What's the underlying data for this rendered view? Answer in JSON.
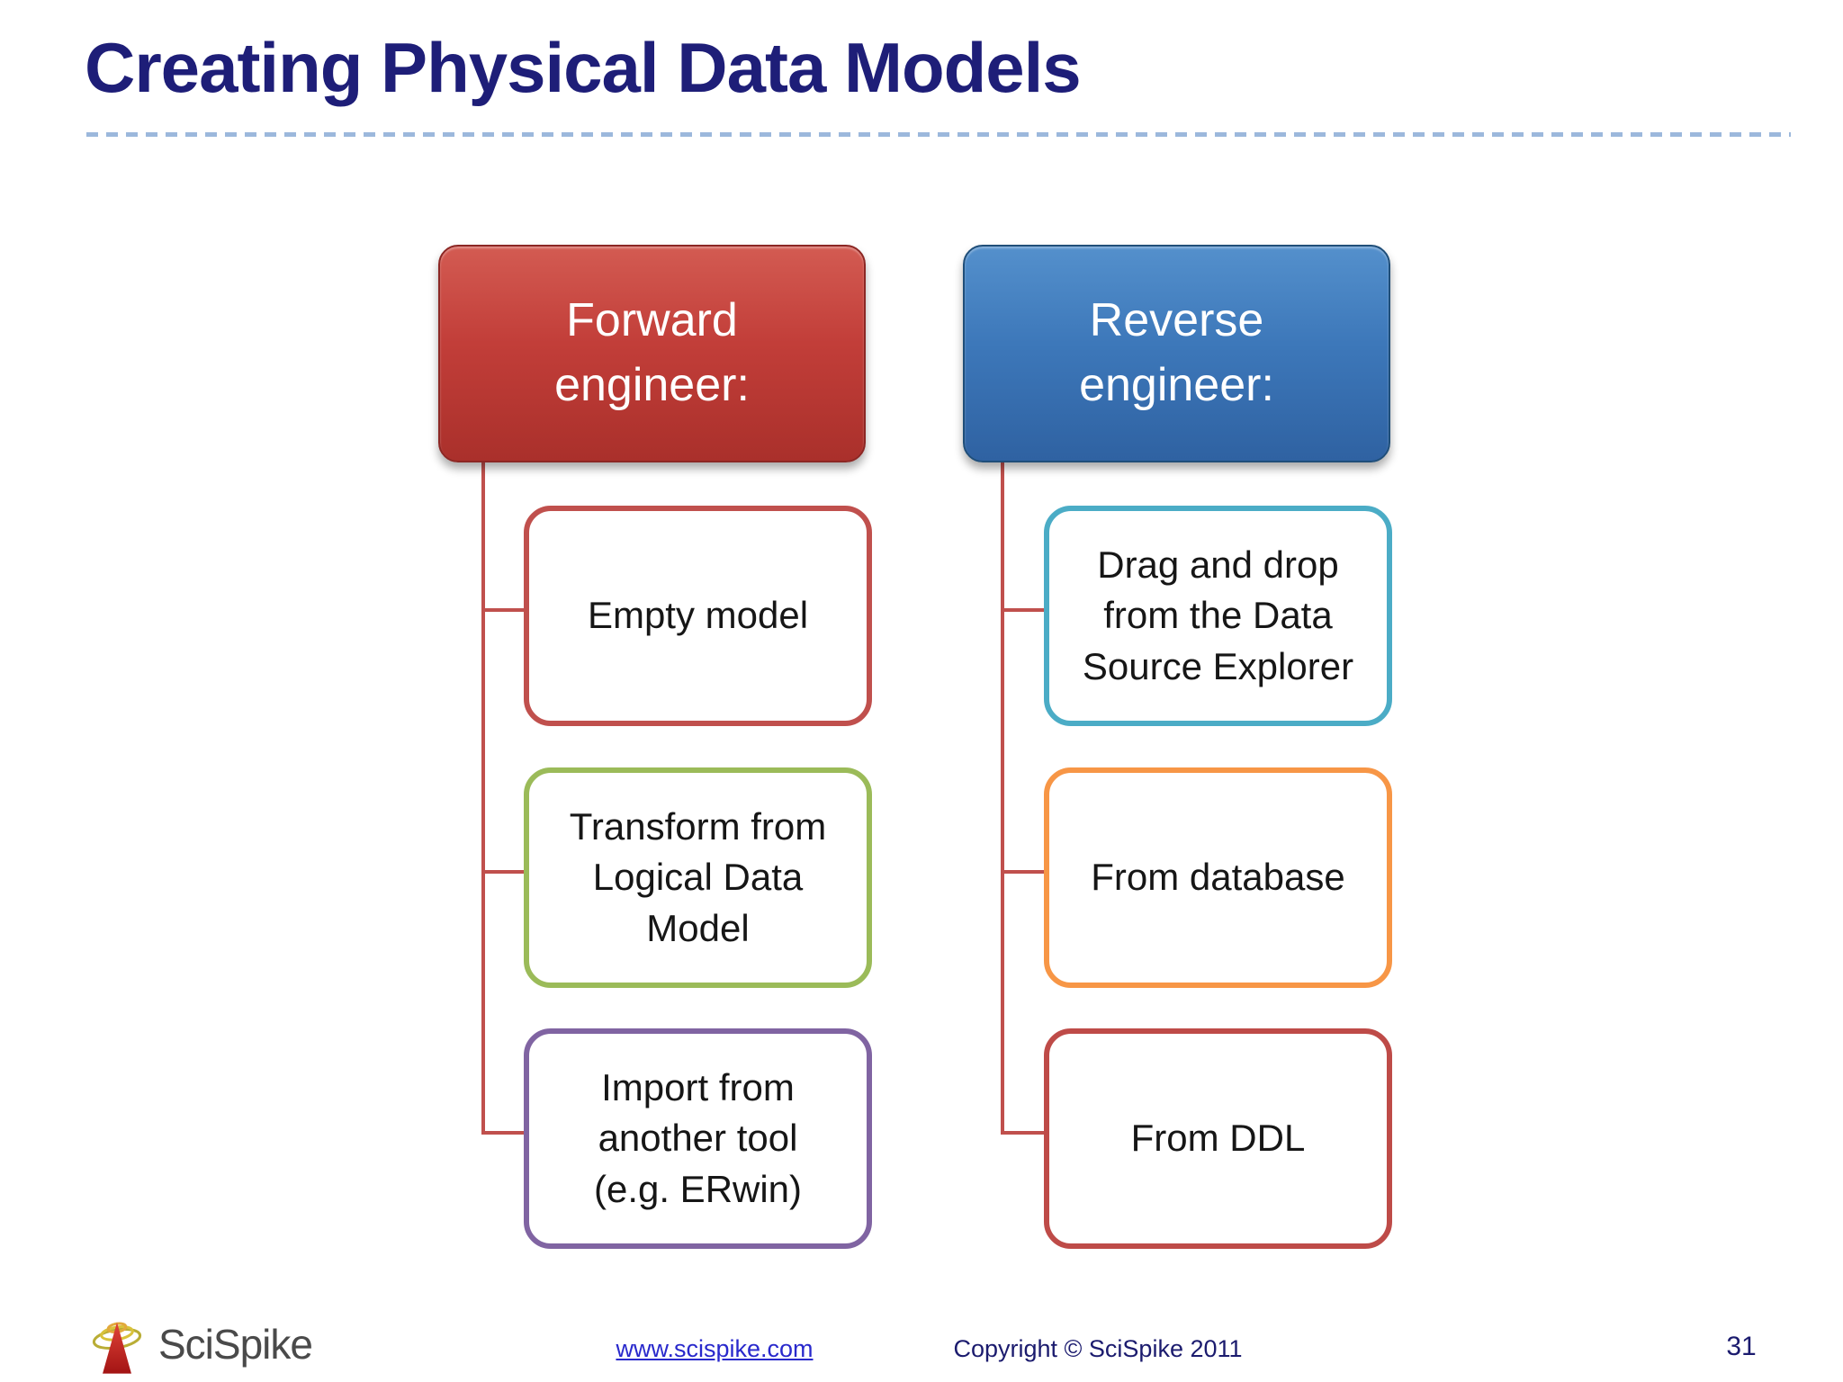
{
  "slide": {
    "title": "Creating Physical Data Models",
    "title_color": "#1e1e78",
    "divider_color": "#9cb8dc",
    "background": "#ffffff",
    "page_number": "31"
  },
  "diagram": {
    "columns": [
      {
        "header": {
          "label": "Forward\nengineer:",
          "text_color": "#ffffff",
          "fill_top": "#d35b52",
          "fill_bottom": "#aa302b",
          "border_color": "#8c2724"
        },
        "connector_color": "#c0504d",
        "children": [
          {
            "label": "Empty model",
            "border_color": "#c0504d"
          },
          {
            "label": "Transform from\nLogical Data\nModel",
            "border_color": "#9bbb59"
          },
          {
            "label": "Import from\nanother tool\n(e.g. ERwin)",
            "border_color": "#8064a2"
          }
        ]
      },
      {
        "header": {
          "label": "Reverse\nengineer:",
          "text_color": "#ffffff",
          "fill_top": "#5490cc",
          "fill_bottom": "#2f62a2",
          "border_color": "#1f4e79"
        },
        "connector_color": "#c0504d",
        "children": [
          {
            "label": "Drag and drop\nfrom the Data\nSource Explorer",
            "border_color": "#4bacc6"
          },
          {
            "label": "From database",
            "border_color": "#f79646"
          },
          {
            "label": "From DDL",
            "border_color": "#be4b48"
          }
        ]
      }
    ]
  },
  "footer": {
    "logo_text": "SciSpike",
    "logo_text_color": "#4a4a4a",
    "link_text": "www.scispike.com",
    "link_color": "#2929cc",
    "copyright_text": "Copyright © SciSpike 2011",
    "text_color": "#1b1b6e"
  }
}
